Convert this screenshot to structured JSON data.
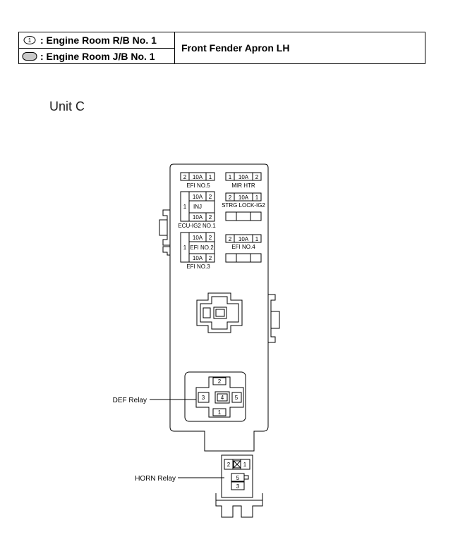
{
  "header": {
    "row1": {
      "symbol": "1",
      "label": ": Engine Room R/B No. 1"
    },
    "row2": {
      "label": ": Engine Room J/B No. 1"
    },
    "location": "Front Fender Apron LH"
  },
  "unit_title": "Unit C",
  "fuses": {
    "efi_no5": {
      "pin_left": "2",
      "amp": "10A",
      "pin_right": "1",
      "name": "EFI NO.5"
    },
    "mir_htr": {
      "pin_left": "1",
      "amp": "10A",
      "pin_right": "2",
      "name": "MIR HTR"
    },
    "strg_lock_ig2": {
      "pin_left": "2",
      "amp": "10A",
      "pin_right": "1",
      "name": "STRG LOCK-IG2"
    },
    "efi_no4": {
      "pin_left": "2",
      "amp": "10A",
      "pin_right": "1",
      "name": "EFI NO.4"
    },
    "inj_group": {
      "common_pin": "1",
      "top": {
        "amp": "10A",
        "pin": "2",
        "name": "INJ"
      },
      "bottom": {
        "amp": "10A",
        "pin": "2",
        "name": "ECU-IG2 NO.1"
      }
    },
    "efi_group": {
      "common_pin": "1",
      "top": {
        "amp": "10A",
        "pin": "2",
        "name": "EFI NO.2"
      },
      "bottom": {
        "amp": "10A",
        "pin": "2",
        "name": "EFI NO.3"
      }
    }
  },
  "relays": {
    "def": {
      "label": "DEF Relay",
      "pins": {
        "top": "2",
        "left": "3",
        "center": "4",
        "right": "5",
        "bottom": "1"
      }
    },
    "horn": {
      "label": "HORN Relay",
      "pins": {
        "a": "2",
        "b": "1",
        "c": "5",
        "d": "3"
      }
    }
  }
}
